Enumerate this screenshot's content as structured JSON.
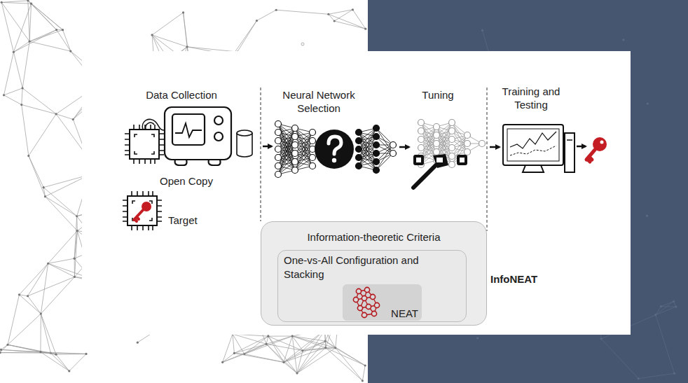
{
  "diagram": {
    "nodes": [
      {
        "text": [
          "Information-theoretic Criteria"
        ]
      },
      {
        "text": [
          "One-vs-All Configuration and Stacking"
        ],
        "in": 0
      },
      {
        "text": [
          "NEAT"
        ],
        "in": 1
      }
    ],
    "labels": [
      "Data Collection",
      "Neural Network Selection",
      "Tuning",
      "Training and Testing",
      "Open Copy",
      "Target",
      "InfoNEAT"
    ]
  }
}
